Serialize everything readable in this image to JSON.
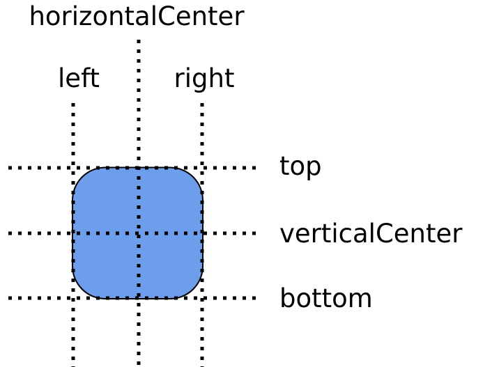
{
  "diagram": {
    "labels": {
      "horizontal_center": "horizontalCenter",
      "left": "left",
      "right": "right",
      "top": "top",
      "vertical_center": "verticalCenter",
      "bottom": "bottom"
    },
    "colors": {
      "background": "#ffffff",
      "rect_fill": "#6d9eeb",
      "rect_stroke": "#000000",
      "line_color": "#000000",
      "text_color": "#000000"
    }
  }
}
